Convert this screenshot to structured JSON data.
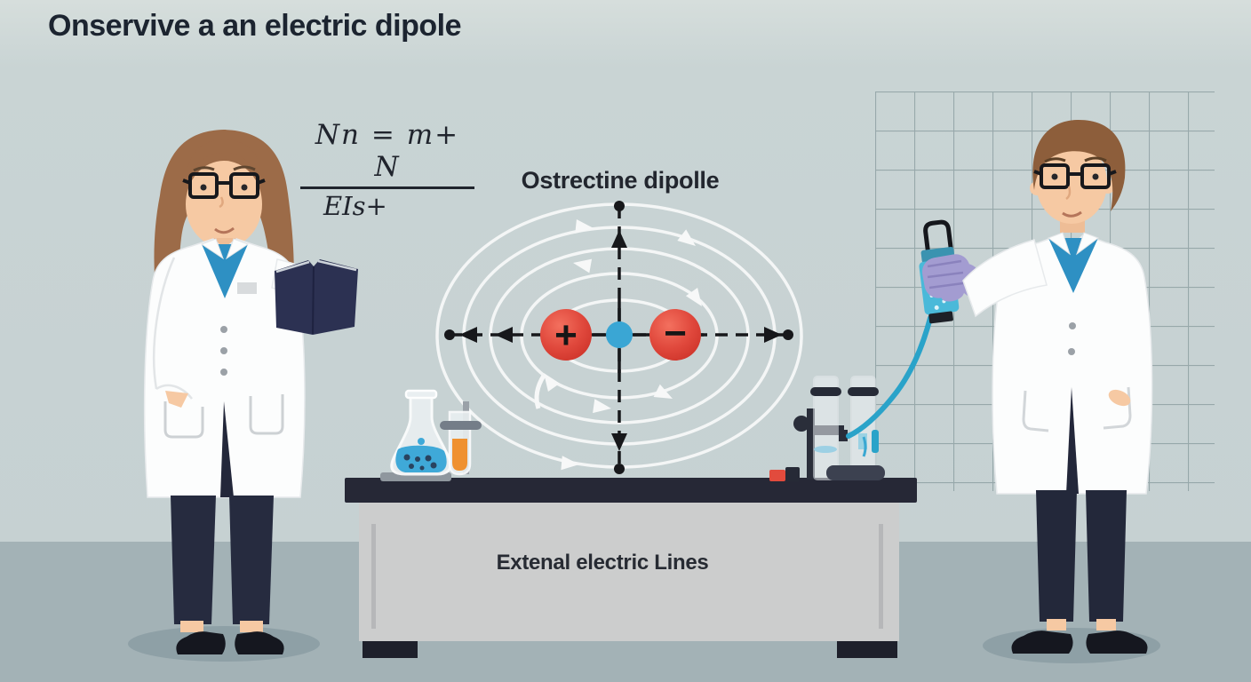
{
  "scene": {
    "title": "Onservive a an electric dipole",
    "formula": {
      "numerator": "Nn = m+ N",
      "denominator": "EIs+"
    },
    "field_diagram": {
      "label": "Ostrectine dipolle",
      "positive_charge_symbol": "+",
      "negative_charge_symbol": "−"
    },
    "table_label": "Extenal electric Lines"
  },
  "colors": {
    "wall": "#c7d2d3",
    "floor": "#a3b2b6",
    "table_top": "#262836",
    "table_body": "#cccdcd",
    "charge_red": "#dc4237",
    "center_dot_blue": "#3aa6d4",
    "field_line_white": "#f7f8f8",
    "coat_white": "#fcfdfd",
    "shirt_blue": "#2e90c3",
    "flask_liquid_blue": "#3fa9d8",
    "tube_liquid_orange": "#ef9130",
    "glove_purple": "#a39cd1",
    "device_blue": "#4ab9d9",
    "cable_blue": "#2aa3c9"
  }
}
